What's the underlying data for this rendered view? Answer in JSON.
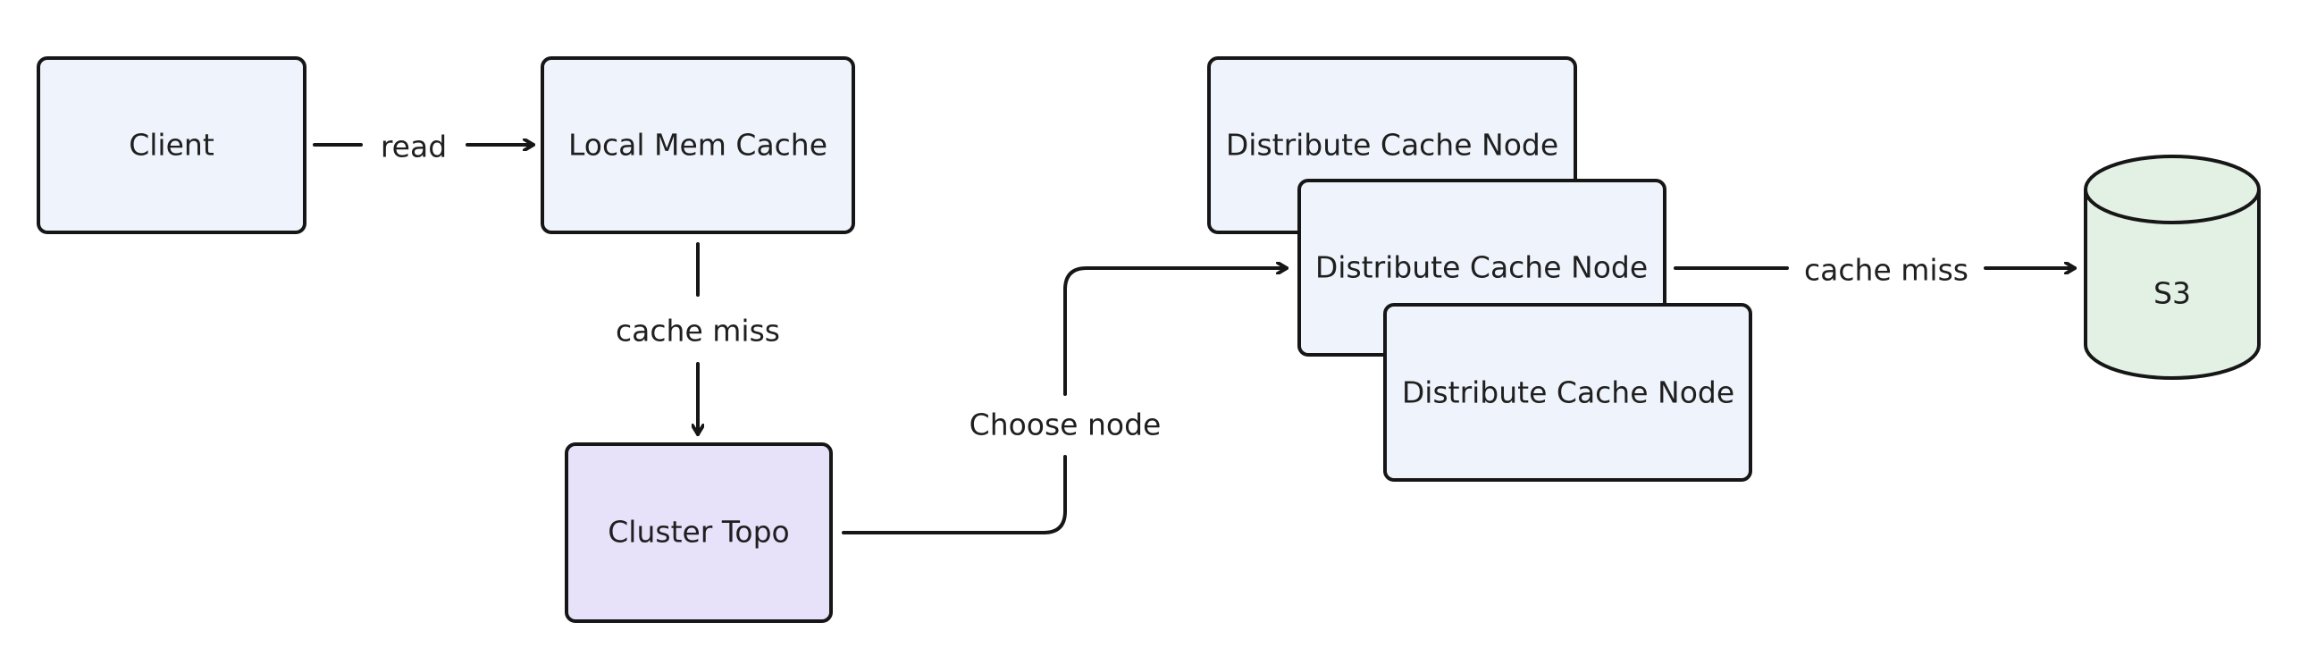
{
  "nodes": {
    "client": {
      "label": "Client"
    },
    "local_mem_cache": {
      "label": "Local Mem Cache"
    },
    "cluster_topo": {
      "label": "Cluster Topo"
    },
    "distribute_cache_node_1": {
      "label": "Distribute Cache Node"
    },
    "distribute_cache_node_2": {
      "label": "Distribute Cache Node"
    },
    "distribute_cache_node_3": {
      "label": "Distribute Cache Node"
    },
    "s3": {
      "label": "S3"
    }
  },
  "edges": {
    "read": {
      "label": "read"
    },
    "cache_miss_local": {
      "label": "cache miss"
    },
    "choose_node": {
      "label": "Choose node"
    },
    "cache_miss_remote": {
      "label": "cache miss"
    }
  },
  "colors": {
    "box_fill": "#eff3fb",
    "topo_fill": "#e7e2fa",
    "storage_fill": "#e3f1e5",
    "stroke": "#161616",
    "text": "#1f1f1f"
  }
}
